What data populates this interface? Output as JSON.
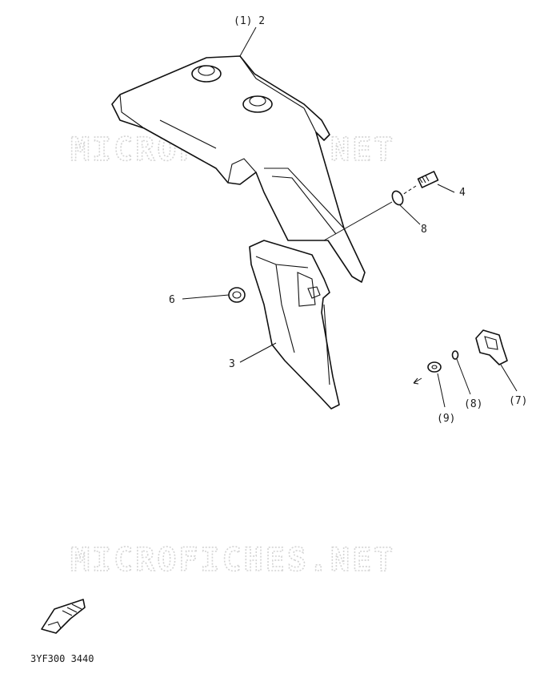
{
  "watermarks": [
    "MICROFICHES.NET",
    "MICROFICHES.NET"
  ],
  "callouts": {
    "c1": "(1) 2",
    "c2": "4",
    "c3": "8",
    "c4": "6",
    "c5": "3",
    "c6": "(9)",
    "c7": "(8)",
    "c8": "(7)"
  },
  "diagram_code": "3YF300 3440"
}
